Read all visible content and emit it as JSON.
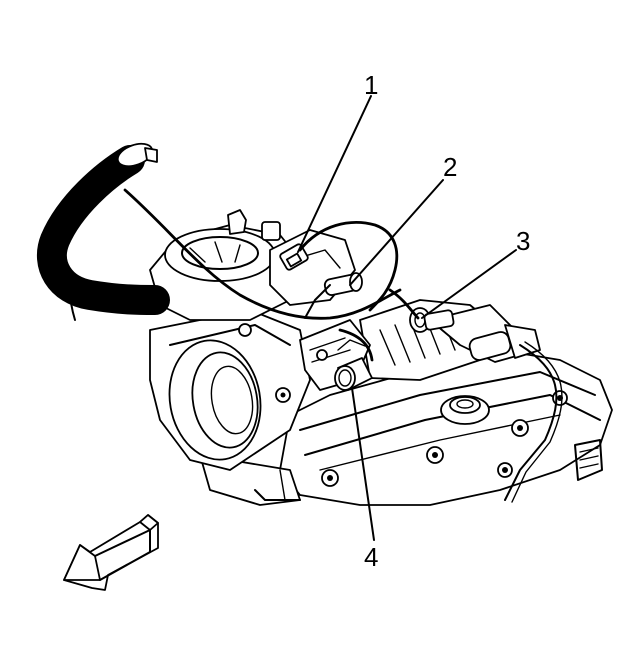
{
  "callouts": [
    {
      "id": "1",
      "label": "1"
    },
    {
      "id": "2",
      "label": "2"
    },
    {
      "id": "3",
      "label": "3"
    },
    {
      "id": "4",
      "label": "4"
    }
  ],
  "icons": {
    "direction_arrow": "front-direction-arrow-icon"
  }
}
